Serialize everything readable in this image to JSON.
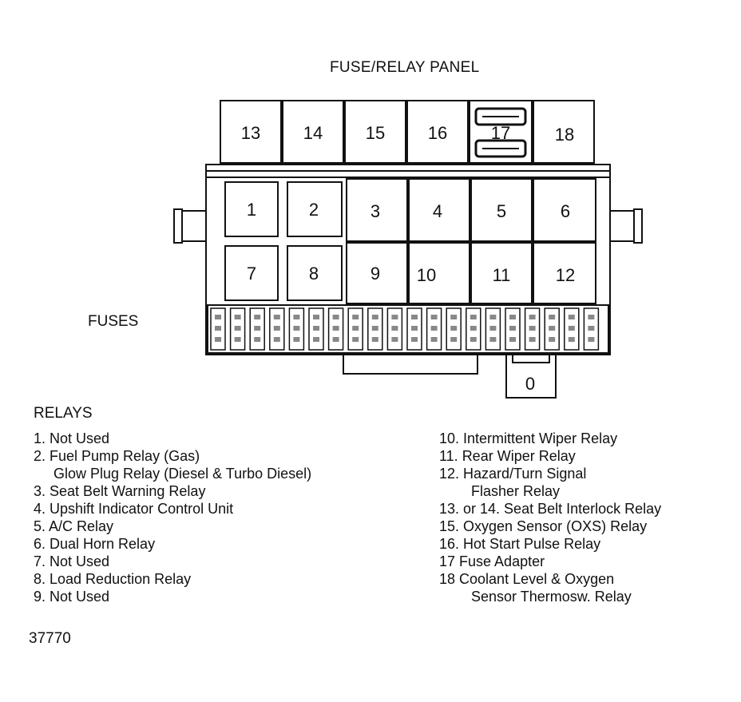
{
  "title": "FUSE/RELAY PANEL",
  "fuses_label": "FUSES",
  "relays_heading": "RELAYS",
  "figure_number": "37770",
  "panel": {
    "top_relays": [
      "13",
      "14",
      "15",
      "16",
      "17",
      "18"
    ],
    "row1_relays": [
      "1",
      "2",
      "3",
      "4",
      "5",
      "6"
    ],
    "row2_relays": [
      "7",
      "8",
      "9",
      "10",
      "11",
      "12"
    ],
    "bottom_socket": "0"
  },
  "legend_left": [
    "1.  Not Used",
    "2.  Fuel Pump Relay (Gas)",
    "     Glow Plug Relay (Diesel & Turbo Diesel)",
    "3.  Seat Belt Warning Relay",
    "4.  Upshift Indicator Control Unit",
    "5.  A/C Relay",
    "6.  Dual Horn Relay",
    "7.  Not Used",
    "8.  Load Reduction Relay",
    "9.  Not Used"
  ],
  "legend_right": [
    "10.  Intermittent Wiper Relay",
    "11.  Rear Wiper Relay",
    "12.  Hazard/Turn Signal",
    "        Flasher Relay",
    "13. or 14.  Seat Belt Interlock Relay",
    "15.  Oxygen Sensor (OXS) Relay",
    "16.  Hot Start Pulse Relay",
    "17   Fuse Adapter",
    "18   Coolant Level & Oxygen",
    "        Sensor Thermosw. Relay"
  ]
}
